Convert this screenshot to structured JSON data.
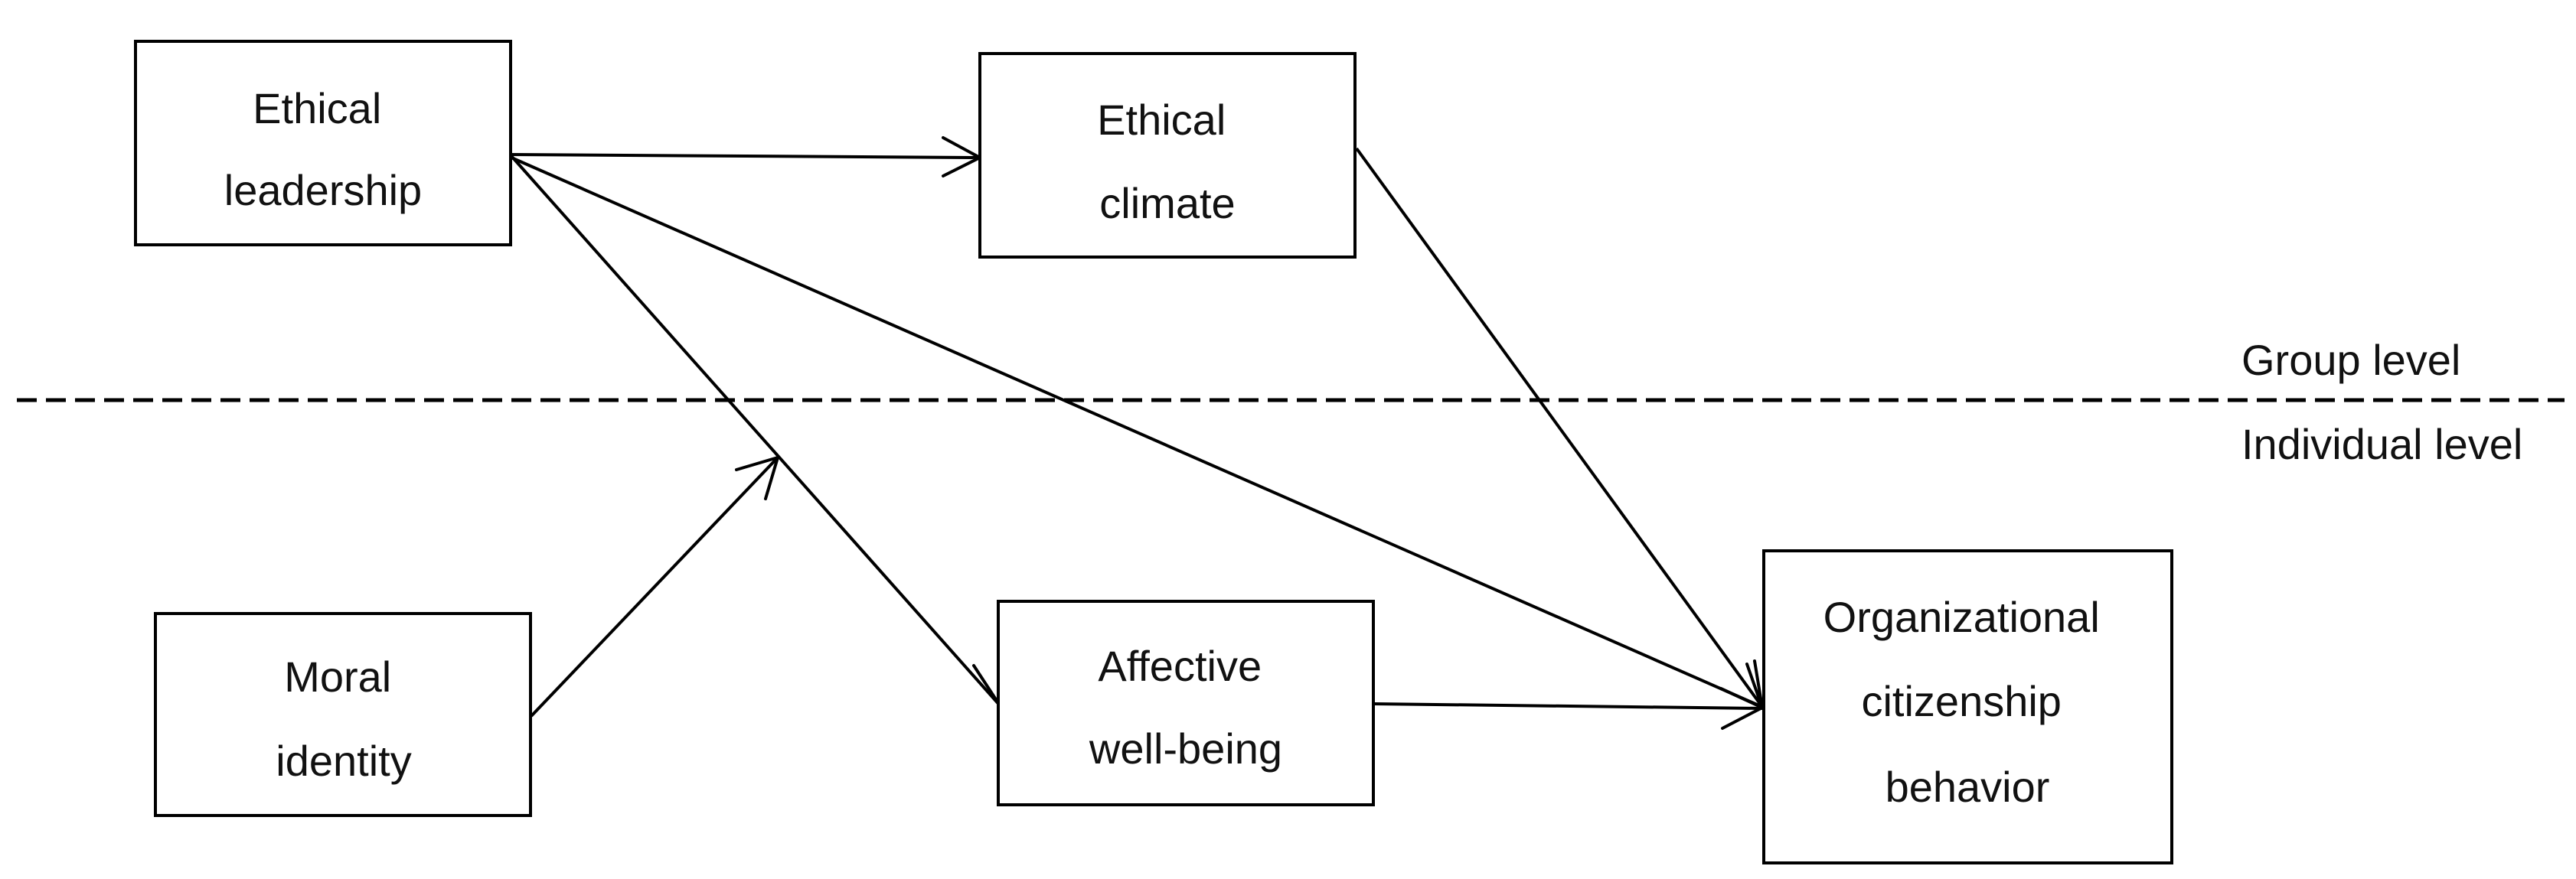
{
  "nodes": {
    "ethical_leadership": {
      "lines": [
        "Ethical",
        "leadership"
      ]
    },
    "ethical_climate": {
      "lines": [
        "Ethical",
        "climate"
      ]
    },
    "moral_identity": {
      "lines": [
        "Moral",
        "identity"
      ]
    },
    "affective_wellbeing": {
      "lines": [
        "Affective",
        "well-being"
      ]
    },
    "ocb": {
      "lines": [
        "Organizational",
        "citizenship",
        "behavior"
      ]
    }
  },
  "levels": {
    "group": "Group level",
    "individual": "Individual level"
  },
  "edges": [
    {
      "from": "ethical_leadership",
      "to": "ethical_climate"
    },
    {
      "from": "ethical_leadership",
      "to": "affective_wellbeing"
    },
    {
      "from": "ethical_leadership",
      "to": "ocb"
    },
    {
      "from": "ethical_climate",
      "to": "ocb"
    },
    {
      "from": "affective_wellbeing",
      "to": "ocb"
    },
    {
      "from": "moral_identity",
      "to": "ethical_leadership-affective_wellbeing path"
    }
  ]
}
